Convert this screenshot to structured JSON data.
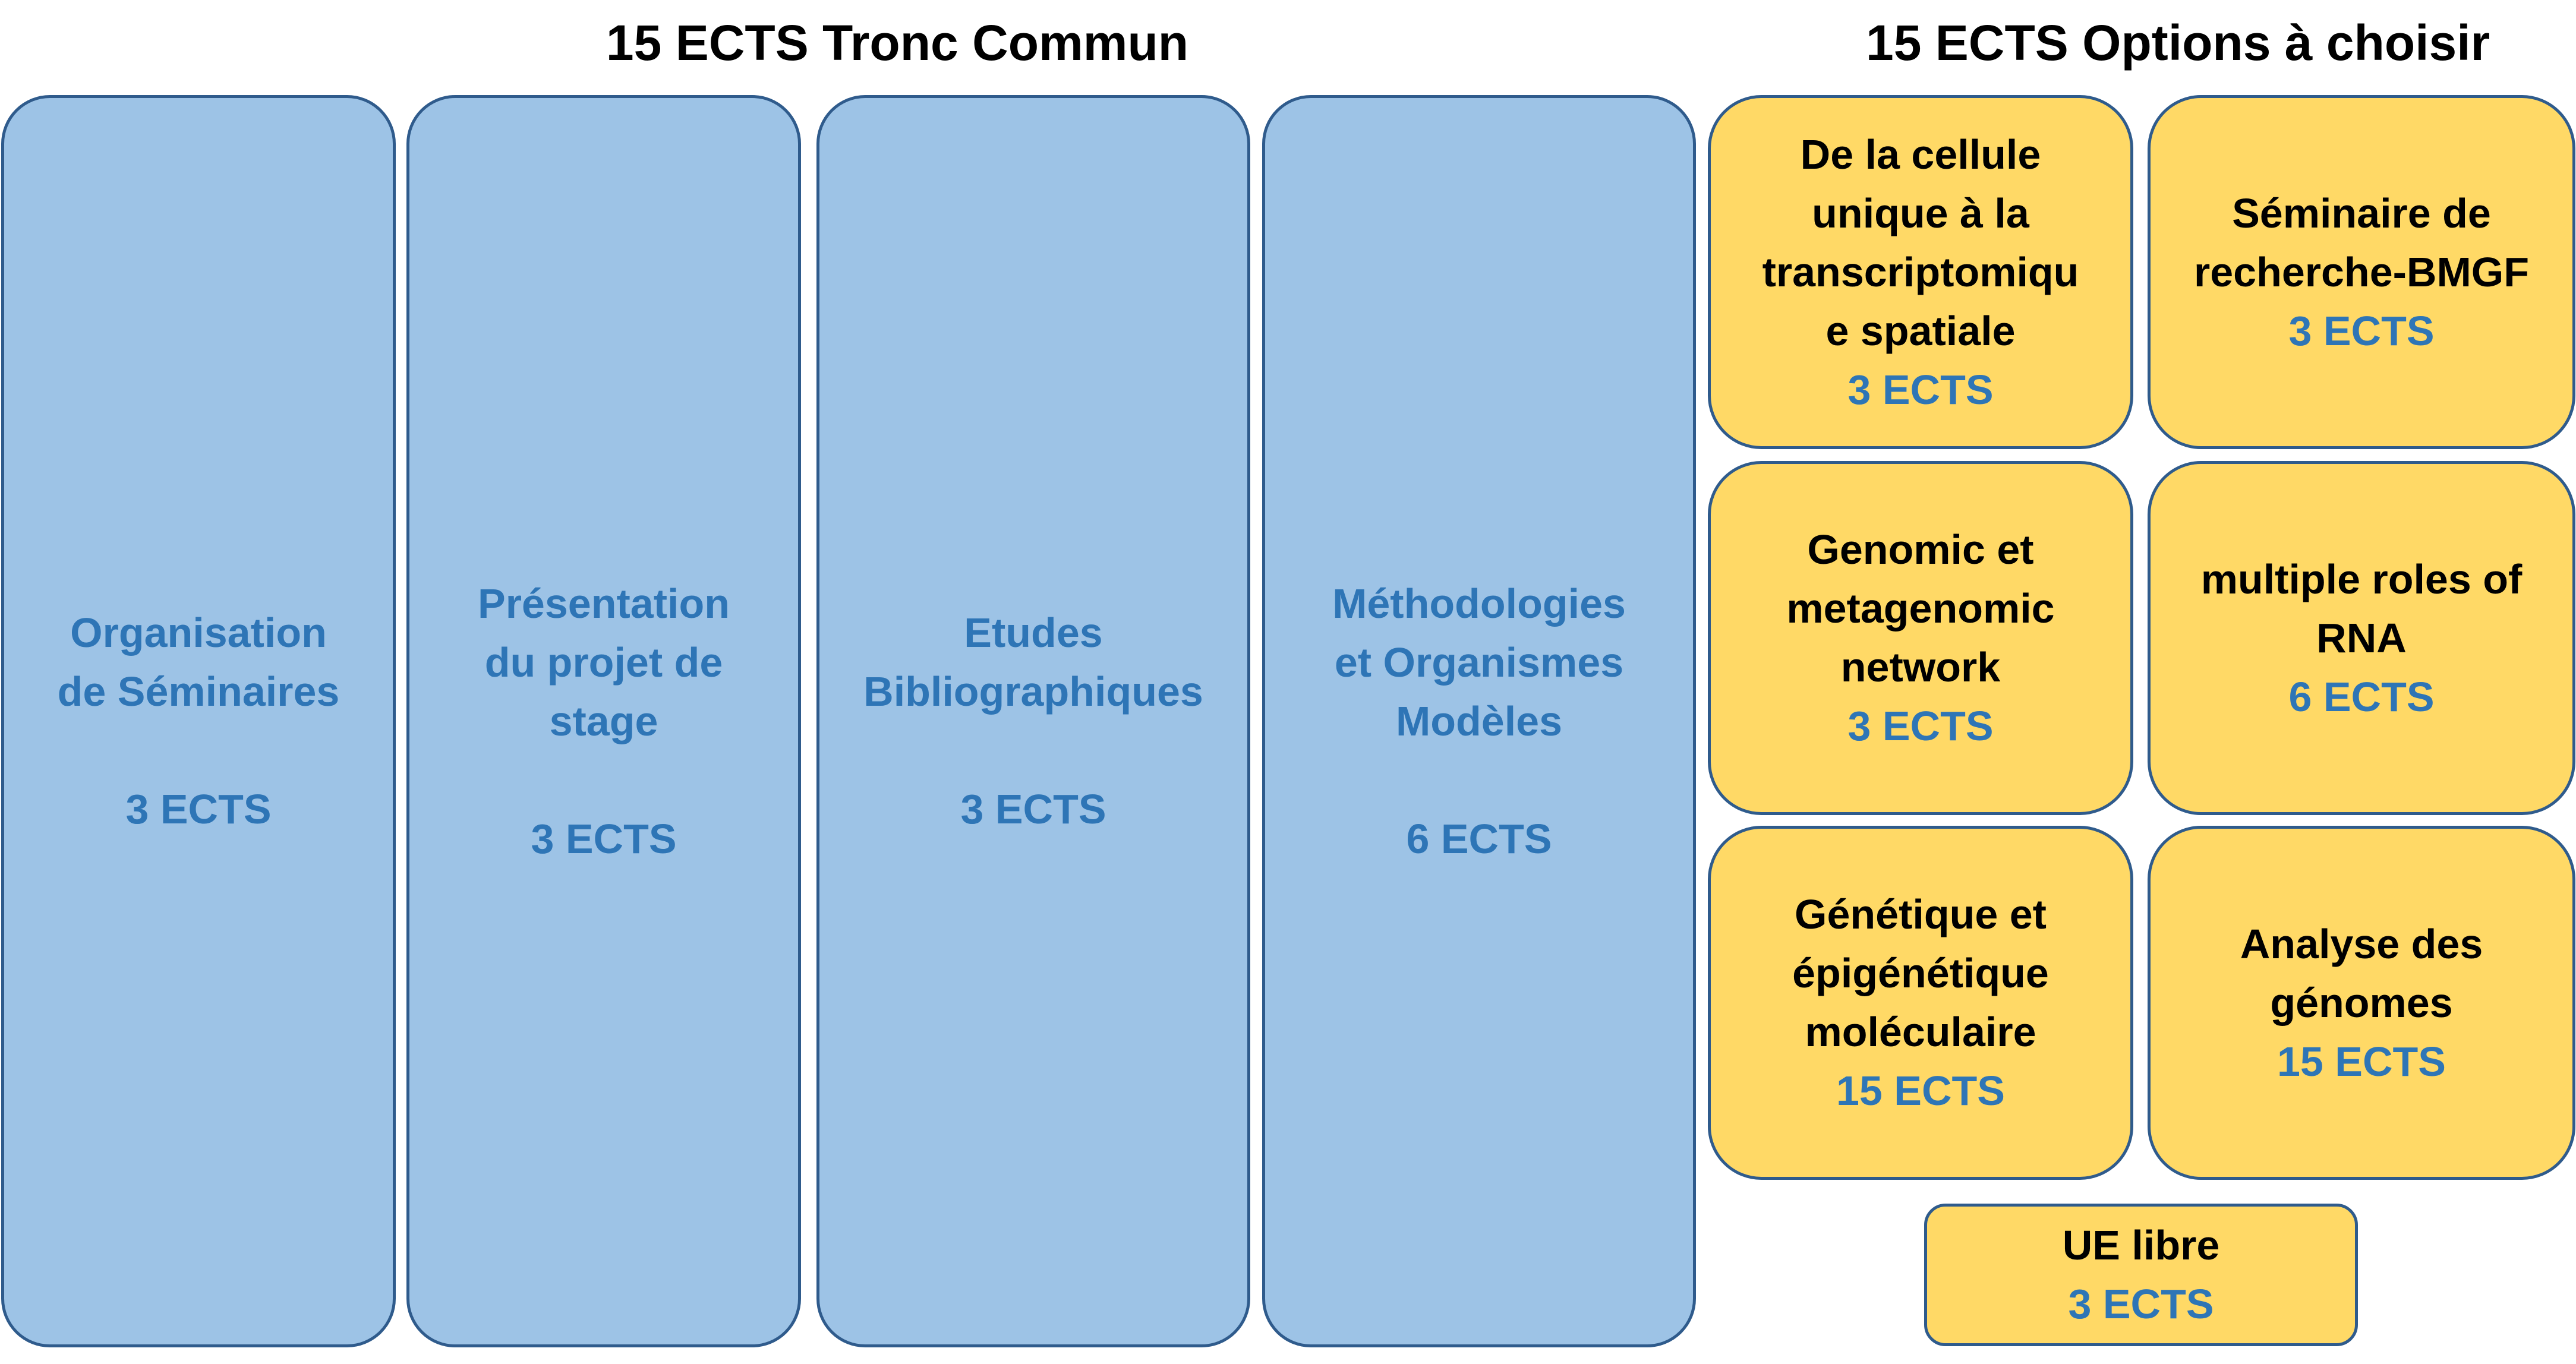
{
  "headings": {
    "core": "15 ECTS Tronc Commun",
    "options": "15 ECTS Options à choisir"
  },
  "core_modules": [
    {
      "title": "Organisation\nde Séminaires",
      "ects": "3 ECTS"
    },
    {
      "title": "Présentation\ndu projet de\nstage",
      "ects": "3 ECTS"
    },
    {
      "title": "Etudes\nBibliographiques",
      "ects": "3 ECTS"
    },
    {
      "title": "Méthodologies\net Organismes\nModèles",
      "ects": "6 ECTS"
    }
  ],
  "option_modules": [
    {
      "title": "De  la cellule\nunique à la\ntranscriptomiqu\ne spatiale",
      "ects": "3 ECTS"
    },
    {
      "title": "Séminaire de\nrecherche-BMGF",
      "ects": "3 ECTS"
    },
    {
      "title": "Genomic et\nmetagenomic\nnetwork",
      "ects": "3 ECTS"
    },
    {
      "title": "multiple roles of\nRNA",
      "ects": "6 ECTS"
    },
    {
      "title": "Génétique et\népigénétique\nmoléculaire",
      "ects": "15 ECTS"
    },
    {
      "title": "Analyse des\ngénomes",
      "ects": "15 ECTS"
    },
    {
      "title": "UE libre",
      "ects": "3 ECTS"
    }
  ],
  "colors": {
    "core_fill": "#9dc3e6",
    "option_fill": "#ffd966",
    "border": "#2f5b8c",
    "ects_text": "#2e75b6"
  }
}
